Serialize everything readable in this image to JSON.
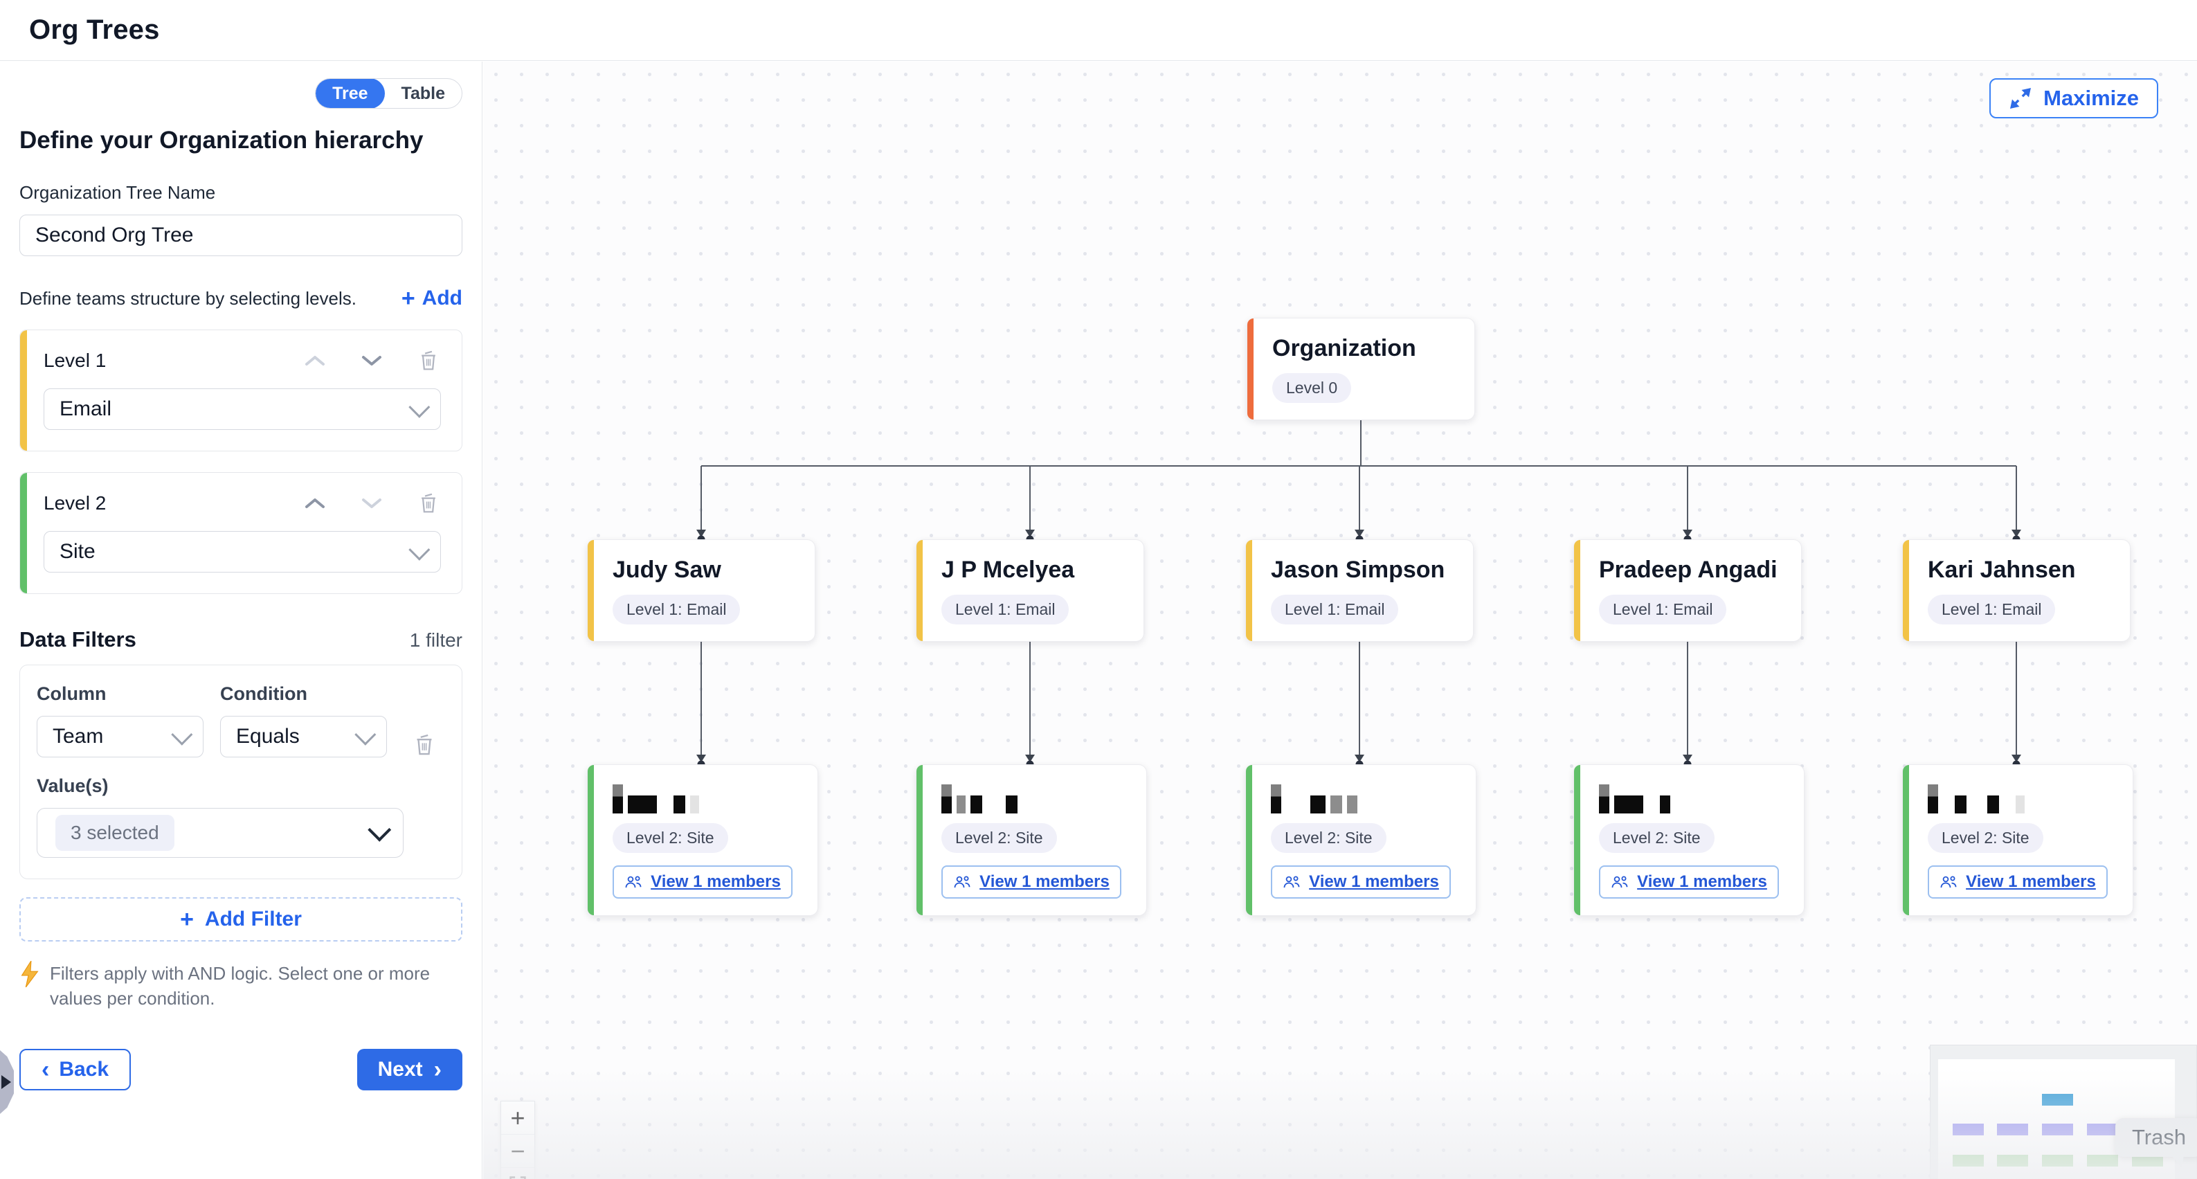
{
  "header": {
    "title": "Org Trees"
  },
  "sidebar": {
    "view_toggle": {
      "tree_label": "Tree",
      "table_label": "Table",
      "active": "Tree"
    },
    "heading": "Define your Organization hierarchy",
    "tree_name": {
      "label": "Organization Tree Name",
      "value": "Second Org Tree"
    },
    "levels_section": {
      "hint": "Define teams structure by selecting levels.",
      "add_label": "Add"
    },
    "levels": [
      {
        "label": "Level 1",
        "value": "Email",
        "accent": "#f2c347"
      },
      {
        "label": "Level 2",
        "value": "Site",
        "accent": "#61c069"
      }
    ],
    "filters_section": {
      "title": "Data Filters",
      "count_label": "1 filter",
      "filter": {
        "column_label": "Column",
        "column_value": "Team",
        "condition_label": "Condition",
        "condition_value": "Equals",
        "values_label": "Value(s)",
        "values_value": "3 selected"
      },
      "add_filter_label": "Add Filter",
      "note": "Filters apply with AND logic. Select one or more values per condition."
    },
    "back_label": "Back",
    "next_label": "Next"
  },
  "canvas": {
    "maximize_label": "Maximize",
    "tree": {
      "root": {
        "title": "Organization",
        "badge": "Level 0",
        "accent": "#ee6c3d"
      },
      "level1_badge": "Level 1: Email",
      "level2_badge": "Level 2: Site",
      "view_members_label": "View 1 members",
      "children": [
        "Judy Saw",
        "J P Mcelyea",
        "Jason Simpson",
        "Pradeep Angadi",
        "Kari Jahnsen"
      ]
    },
    "zoom_controls": {
      "zoom_in": "+",
      "zoom_out": "−"
    },
    "tooltip": {
      "label": "Trash"
    },
    "colors": {
      "primary_blue": "#2e6be6",
      "root_accent": "#ee6c3d",
      "level1_accent": "#f2c347",
      "level2_accent": "#61c069",
      "minimap_root": "#45a3d9",
      "minimap_level1": "#9b97f0",
      "minimap_level2": "#a7d7a3"
    }
  }
}
